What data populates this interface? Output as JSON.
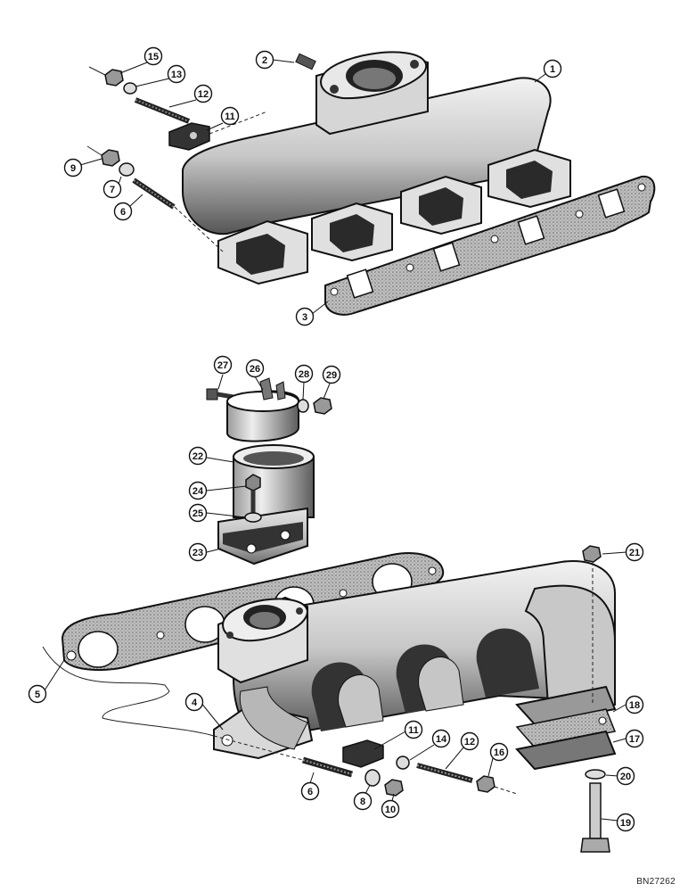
{
  "callouts": [
    {
      "id": "c1",
      "label": "1"
    },
    {
      "id": "c2",
      "label": "2"
    },
    {
      "id": "c3",
      "label": "3"
    },
    {
      "id": "c4",
      "label": "4"
    },
    {
      "id": "c5",
      "label": "5"
    },
    {
      "id": "c6a",
      "label": "6"
    },
    {
      "id": "c6b",
      "label": "6"
    },
    {
      "id": "c7",
      "label": "7"
    },
    {
      "id": "c8",
      "label": "8"
    },
    {
      "id": "c9",
      "label": "9"
    },
    {
      "id": "c10",
      "label": "10"
    },
    {
      "id": "c11a",
      "label": "11"
    },
    {
      "id": "c11b",
      "label": "11"
    },
    {
      "id": "c12a",
      "label": "12"
    },
    {
      "id": "c12b",
      "label": "12"
    },
    {
      "id": "c13",
      "label": "13"
    },
    {
      "id": "c14",
      "label": "14"
    },
    {
      "id": "c15",
      "label": "15"
    },
    {
      "id": "c16",
      "label": "16"
    },
    {
      "id": "c17",
      "label": "17"
    },
    {
      "id": "c18",
      "label": "18"
    },
    {
      "id": "c19",
      "label": "19"
    },
    {
      "id": "c20",
      "label": "20"
    },
    {
      "id": "c21",
      "label": "21"
    },
    {
      "id": "c22",
      "label": "22"
    },
    {
      "id": "c23",
      "label": "23"
    },
    {
      "id": "c24",
      "label": "24"
    },
    {
      "id": "c25",
      "label": "25"
    },
    {
      "id": "c26",
      "label": "26"
    },
    {
      "id": "c27",
      "label": "27"
    },
    {
      "id": "c28",
      "label": "28"
    },
    {
      "id": "c29",
      "label": "29"
    }
  ],
  "ref_code": "BN27262"
}
